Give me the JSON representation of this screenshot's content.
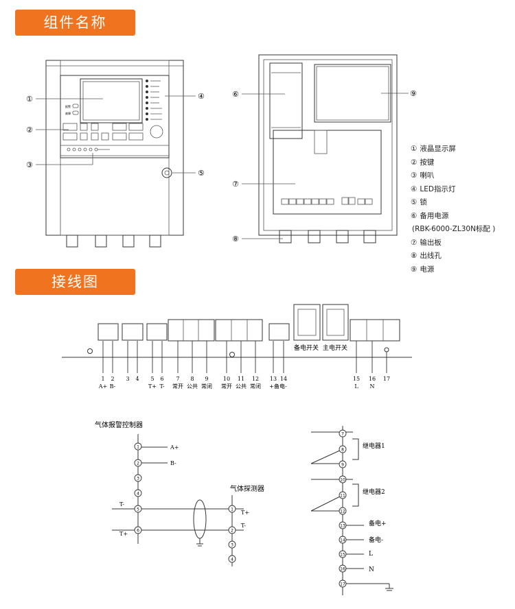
{
  "sections": {
    "components_title": "组件名称",
    "wiring_title": "接线图"
  },
  "callouts": [
    "①",
    "②",
    "③",
    "④",
    "⑤",
    "⑥",
    "⑦",
    "⑧",
    "⑨"
  ],
  "legend": [
    {
      "num": "①",
      "label": "液晶显示屏"
    },
    {
      "num": "②",
      "label": "按键"
    },
    {
      "num": "③",
      "label": "喇叭"
    },
    {
      "num": "④",
      "label": "LED指示灯"
    },
    {
      "num": "⑤",
      "label": "锁"
    },
    {
      "num": "⑥",
      "label": "备用电源"
    },
    {
      "num": "",
      "label": "(RBK-6000-ZL30N标配 )"
    },
    {
      "num": "⑦",
      "label": "输出板"
    },
    {
      "num": "⑧",
      "label": "出线孔"
    },
    {
      "num": "⑨",
      "label": "电源"
    }
  ],
  "terminal_block": {
    "numbers": [
      "1",
      "2",
      "3",
      "4",
      "5",
      "6",
      "7",
      "8",
      "9",
      "10",
      "11",
      "12",
      "13",
      "14",
      "15",
      "16",
      "17"
    ],
    "labels": {
      "a_plus": "A+",
      "b_minus": "B-",
      "t_plus": "T+",
      "t_minus": "T-",
      "nc1": "常开",
      "com1": "公共",
      "nc_close1": "常闭",
      "nc2": "常开",
      "com2": "公共",
      "nc_close2": "常闭",
      "backup": "+备电-",
      "l": "L",
      "n": "N",
      "backup_switch": "备电开关",
      "main_switch": "主电开关"
    }
  },
  "wiring_left": {
    "controller": "气体报警控制器",
    "detector": "气体探测器",
    "ctrl_pins": [
      "1",
      "2",
      "3",
      "4",
      "5",
      "6"
    ],
    "det_pins": [
      "1",
      "2",
      "3",
      "4"
    ],
    "a_plus": "A+",
    "b_minus": "B-",
    "t_minus_left": "T-",
    "t_plus_left": "T+",
    "t_plus_right": "T+",
    "t_minus_right": "T-"
  },
  "wiring_right": {
    "pins": [
      "7",
      "8",
      "9",
      "10",
      "11",
      "12",
      "13",
      "14",
      "15",
      "16",
      "17"
    ],
    "relay1": "继电器1",
    "relay2": "继电器2",
    "backup_plus": "备电+",
    "backup_minus": "备电-",
    "l": "L",
    "n": "N"
  }
}
